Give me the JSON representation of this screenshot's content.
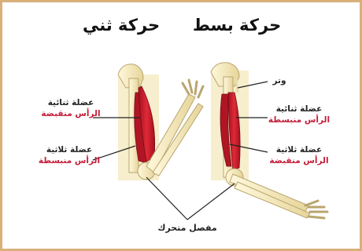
{
  "titles": {
    "flexion": "حركة ثني",
    "extension": "حركة بسط"
  },
  "left_figure": {
    "biceps": {
      "name": "عضلة ثنائية",
      "state": "الرأس منقبضة"
    },
    "triceps": {
      "name": "عضلة ثلاثية",
      "state": "الرأس منبسطة"
    }
  },
  "right_figure": {
    "tendon": "وتر",
    "biceps": {
      "name": "عضلة ثنائية",
      "state": "الرأس منبسطة"
    },
    "triceps": {
      "name": "عضلة ثلاثية",
      "state": "الرأس منقبضة"
    }
  },
  "joint_label": "مفصل متحرك",
  "colors": {
    "bone": "#f2e6b8",
    "bone_outline": "#b9a56e",
    "muscle": "#d01e2e",
    "muscle_dark": "#9e1020",
    "state_text": "#c41e3a",
    "frame": "#d9b07a"
  }
}
